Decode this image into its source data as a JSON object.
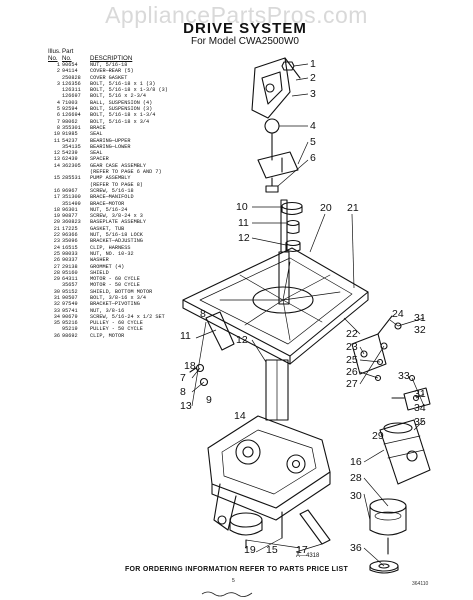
{
  "watermark": "AppliancePartsPros.com",
  "title": "DRIVE SYSTEM",
  "subtitle": "For Model CWA2500W0",
  "table": {
    "header_illus_line1": "Illus.",
    "header_illus_line2": "No.",
    "header_part_line1": "Part",
    "header_part_line2": "No.",
    "header_desc": "DESCRIPTION",
    "rows": [
      {
        "illus": "1",
        "part": "90654",
        "desc": "NUT, 5/16-18"
      },
      {
        "illus": "2",
        "part": "94114",
        "desc": "COVER—REAR (5)"
      },
      {
        "illus": "",
        "part": "250828",
        "desc": "COVER GASKET"
      },
      {
        "illus": "3",
        "part": "126356",
        "desc": "BOLT, 5/16-18 x 1 (3)"
      },
      {
        "illus": "",
        "part": "126311",
        "desc": "BOLT, 5/16-18 x 1-3/8 (3)"
      },
      {
        "illus": "",
        "part": "126697",
        "desc": "BOLT, 5/16 x 2-3/4"
      },
      {
        "illus": "4",
        "part": "71003",
        "desc": "BALL, SUSPENSION (4)"
      },
      {
        "illus": "5",
        "part": "92594",
        "desc": "BOLT, SUSPENSION (3)"
      },
      {
        "illus": "6",
        "part": "126694",
        "desc": "BOLT, 5/16-18 x 1-3/4"
      },
      {
        "illus": "7",
        "part": "98062",
        "desc": "BOLT, 5/16-18 x 3/4"
      },
      {
        "illus": "8",
        "part": "355301",
        "desc": "BRACE"
      },
      {
        "illus": "10",
        "part": "91985",
        "desc": "SEAL"
      },
      {
        "illus": "11",
        "part": "54237",
        "desc": "BEARING—UPPER"
      },
      {
        "illus": "",
        "part": "354135",
        "desc": "BEARING—LOWER"
      },
      {
        "illus": "12",
        "part": "54239",
        "desc": "SEAL"
      },
      {
        "illus": "13",
        "part": "62439",
        "desc": "SPACER"
      },
      {
        "illus": "14",
        "part": "362305",
        "desc": "GEAR CASE ASSEMBLY"
      },
      {
        "illus": "",
        "part": "",
        "desc": "(REFER TO PAGE 6 AND 7)"
      },
      {
        "illus": "15",
        "part": "285531",
        "desc": "PUMP ASSEMBLY"
      },
      {
        "illus": "",
        "part": "",
        "desc": "(REFER TO PAGE 8)"
      },
      {
        "illus": "16",
        "part": "96967",
        "desc": "SCREW, 5/16-18"
      },
      {
        "illus": "17",
        "part": "351300",
        "desc": "BRACE—MANIFOLD"
      },
      {
        "illus": "",
        "part": "351499",
        "desc": "BRACE—MOTOR"
      },
      {
        "illus": "18",
        "part": "96301",
        "desc": "NUT, 5/16-24"
      },
      {
        "illus": "19",
        "part": "90877",
        "desc": "SCREW, 3/8-24 x 3"
      },
      {
        "illus": "20",
        "part": "360823",
        "desc": "BASEPLATE ASSEMBLY"
      },
      {
        "illus": "21",
        "part": "17225",
        "desc": "GASKET, TUB"
      },
      {
        "illus": "22",
        "part": "96366",
        "desc": "NUT, 5/16-18 LOCK"
      },
      {
        "illus": "23",
        "part": "35096",
        "desc": "BRACKET—ADJUSTING"
      },
      {
        "illus": "24",
        "part": "16515",
        "desc": "CLIP, HARNESS"
      },
      {
        "illus": "25",
        "part": "98033",
        "desc": "NUT, NO. 10-32"
      },
      {
        "illus": "26",
        "part": "90337",
        "desc": "WASHER"
      },
      {
        "illus": "27",
        "part": "29138",
        "desc": "GROMMET (4)"
      },
      {
        "illus": "28",
        "part": "95160",
        "desc": "SHIELD"
      },
      {
        "illus": "29",
        "part": "64311",
        "desc": "MOTOR - 60 CYCLE"
      },
      {
        "illus": "",
        "part": "35657",
        "desc": "MOTOR - 50 CYCLE"
      },
      {
        "illus": "30",
        "part": "95152",
        "desc": "SHIELD, BOTTOM MOTOR"
      },
      {
        "illus": "31",
        "part": "90507",
        "desc": "BOLT, 3/8-16 x 3/4"
      },
      {
        "illus": "32",
        "part": "97549",
        "desc": "BRACKET—PIVOTING"
      },
      {
        "illus": "33",
        "part": "95741",
        "desc": "NUT, 3/8-16"
      },
      {
        "illus": "34",
        "part": "90679",
        "desc": "SCREW, 5/16-24 x 1/2 SET"
      },
      {
        "illus": "35",
        "part": "95216",
        "desc": "PULLEY - 60 CYCLE"
      },
      {
        "illus": "",
        "part": "95219",
        "desc": "PULLEY - 50 CYCLE"
      },
      {
        "illus": "36",
        "part": "98692",
        "desc": "CLIP, MOTOR"
      }
    ]
  },
  "callouts": {
    "n1": "1",
    "n2": "2",
    "n3": "3",
    "n4": "4",
    "n5": "5",
    "n6": "6",
    "n7": "7",
    "n8a": "8",
    "n8b": "8",
    "n9": "9",
    "n10": "10",
    "n11": "11",
    "n12a": "12",
    "n12b": "12",
    "n13": "13",
    "n14": "14",
    "n15": "15",
    "n16": "16",
    "n17": "17",
    "n18": "18",
    "n19": "19",
    "n20": "20",
    "n21": "21",
    "n22": "22",
    "n23": "23",
    "n24": "24",
    "n25": "25",
    "n26": "26",
    "n27": "27",
    "n28": "28",
    "n29": "29",
    "n30": "30",
    "n31a": "31",
    "n31b": "31",
    "n32": "32",
    "n33": "33",
    "n34": "34",
    "n35": "35",
    "n36": "36"
  },
  "diagram_code": "A—4318",
  "footer": "FOR ORDERING INFORMATION REFER TO PARTS PRICE LIST",
  "page_number": "5",
  "form_number": "364110"
}
